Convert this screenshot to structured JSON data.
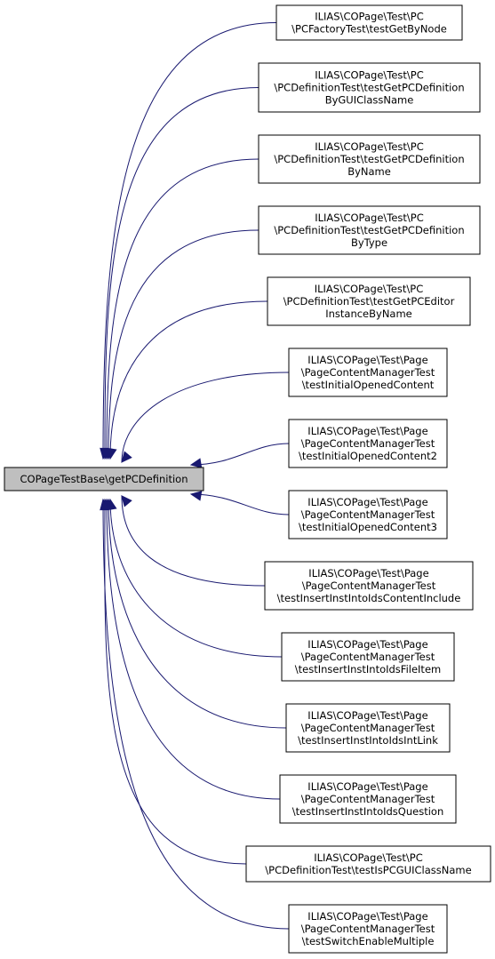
{
  "graph": {
    "root": {
      "id": "root",
      "lines": [
        "COPageTestBase\\getPCDefinition"
      ]
    },
    "callers": [
      {
        "id": "n1",
        "lines": [
          "ILIAS\\COPage\\Test\\PC",
          "\\PCFactoryTest\\testGetByNode"
        ]
      },
      {
        "id": "n2",
        "lines": [
          "ILIAS\\COPage\\Test\\PC",
          "\\PCDefinitionTest\\testGetPCDefinition",
          "ByGUIClassName"
        ]
      },
      {
        "id": "n3",
        "lines": [
          "ILIAS\\COPage\\Test\\PC",
          "\\PCDefinitionTest\\testGetPCDefinition",
          "ByName"
        ]
      },
      {
        "id": "n4",
        "lines": [
          "ILIAS\\COPage\\Test\\PC",
          "\\PCDefinitionTest\\testGetPCDefinition",
          "ByType"
        ]
      },
      {
        "id": "n5",
        "lines": [
          "ILIAS\\COPage\\Test\\PC",
          "\\PCDefinitionTest\\testGetPCEditor",
          "InstanceByName"
        ]
      },
      {
        "id": "n6",
        "lines": [
          "ILIAS\\COPage\\Test\\Page",
          "\\PageContentManagerTest",
          "\\testInitialOpenedContent"
        ]
      },
      {
        "id": "n7",
        "lines": [
          "ILIAS\\COPage\\Test\\Page",
          "\\PageContentManagerTest",
          "\\testInitialOpenedContent2"
        ]
      },
      {
        "id": "n8",
        "lines": [
          "ILIAS\\COPage\\Test\\Page",
          "\\PageContentManagerTest",
          "\\testInitialOpenedContent3"
        ]
      },
      {
        "id": "n9",
        "lines": [
          "ILIAS\\COPage\\Test\\Page",
          "\\PageContentManagerTest",
          "\\testInsertInstIntoIdsContentInclude"
        ]
      },
      {
        "id": "n10",
        "lines": [
          "ILIAS\\COPage\\Test\\Page",
          "\\PageContentManagerTest",
          "\\testInsertInstIntoIdsFileItem"
        ]
      },
      {
        "id": "n11",
        "lines": [
          "ILIAS\\COPage\\Test\\Page",
          "\\PageContentManagerTest",
          "\\testInsertInstIntoIdsIntLink"
        ]
      },
      {
        "id": "n12",
        "lines": [
          "ILIAS\\COPage\\Test\\Page",
          "\\PageContentManagerTest",
          "\\testInsertInstIntoIdsQuestion"
        ]
      },
      {
        "id": "n13",
        "lines": [
          "ILIAS\\COPage\\Test\\PC",
          "\\PCDefinitionTest\\testIsPCGUIClassName"
        ]
      },
      {
        "id": "n14",
        "lines": [
          "ILIAS\\COPage\\Test\\Page",
          "\\PageContentManagerTest",
          "\\testSwitchEnableMultiple"
        ]
      }
    ],
    "edge_color": "#191970",
    "root_fill": "#bfbfbf"
  }
}
